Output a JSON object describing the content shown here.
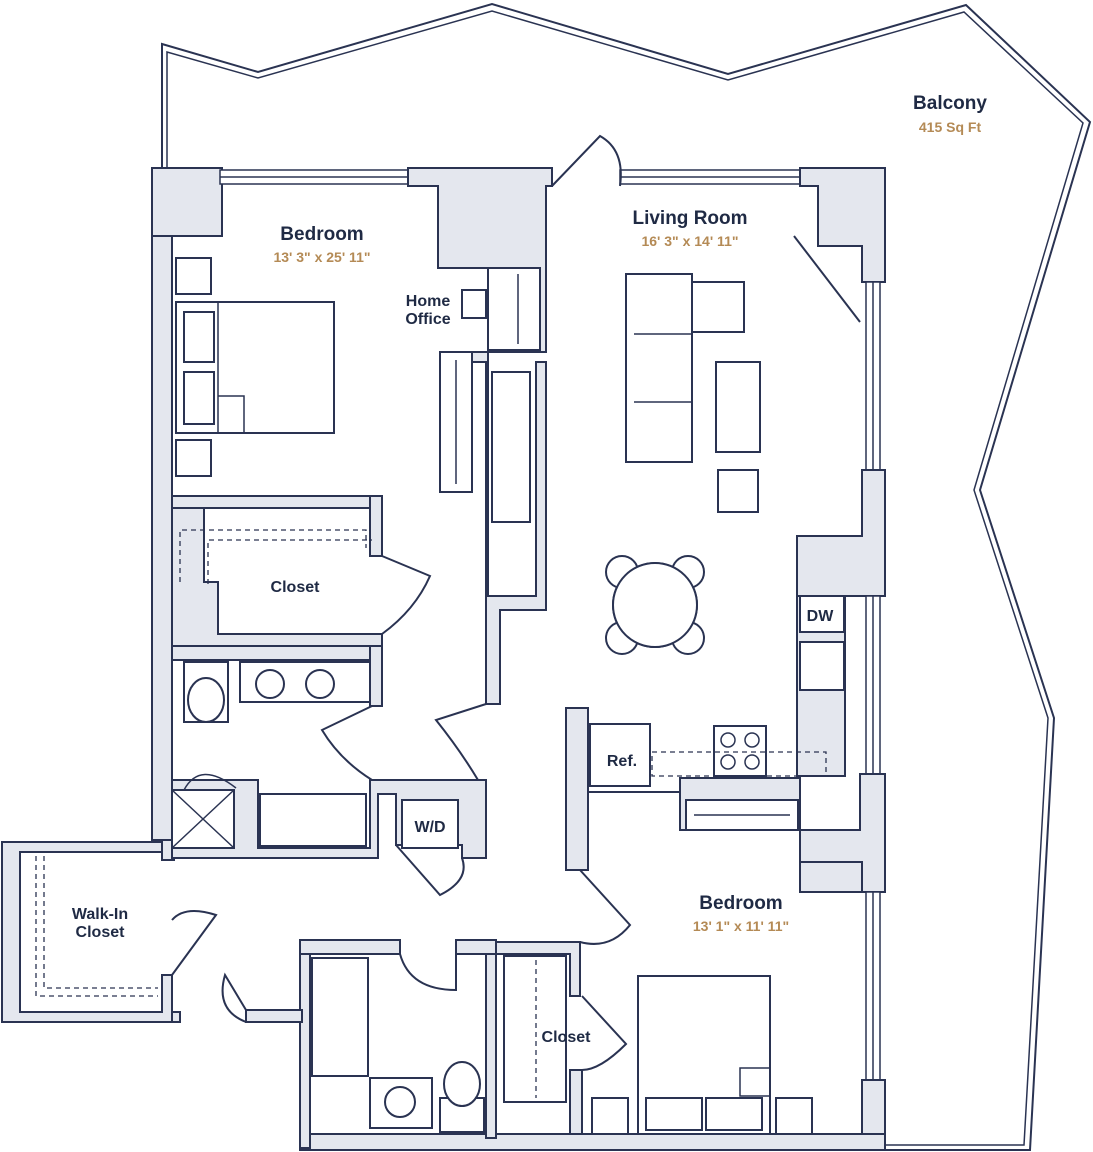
{
  "rooms": {
    "balcony": {
      "label": "Balcony",
      "area": "415 Sq Ft"
    },
    "living_room": {
      "label": "Living Room",
      "dimensions": "16' 3\" x 14' 11\""
    },
    "bedroom_main": {
      "label": "Bedroom",
      "dimensions": "13' 3\" x 25' 11\""
    },
    "bedroom_second": {
      "label": "Bedroom",
      "dimensions": "13' 1\" x 11' 11\""
    },
    "home_office": {
      "line1": "Home",
      "line2": "Office"
    },
    "closet_main": {
      "label": "Closet"
    },
    "closet_second": {
      "label": "Closet"
    },
    "walk_in_closet": {
      "line1": "Walk-In",
      "line2": "Closet"
    },
    "washer_dryer": {
      "label": "W/D"
    },
    "dishwasher": {
      "label": "DW"
    },
    "refrigerator": {
      "label": "Ref."
    }
  },
  "colors": {
    "wall_fill": "#e4e7ee",
    "line": "#2a3352",
    "label": "#1f2a44",
    "dimension": "#b48a55"
  }
}
